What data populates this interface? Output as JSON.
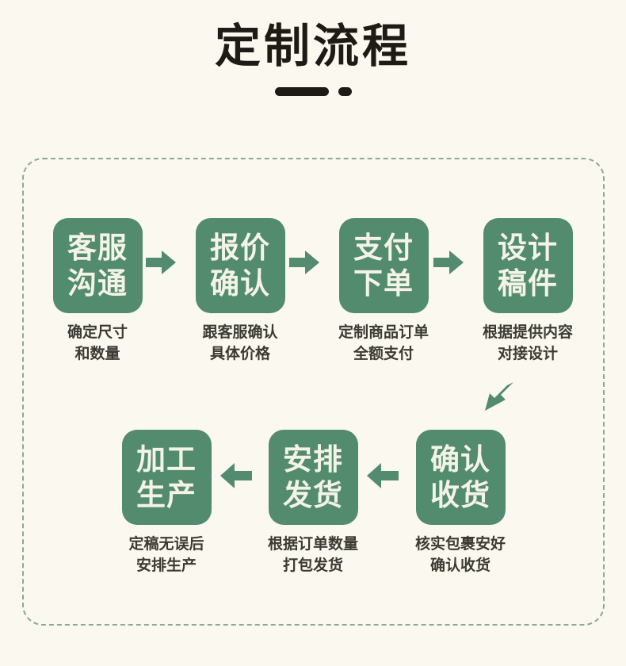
{
  "header": {
    "title": "定制流程",
    "decoration": {
      "bar": "rounded-bar",
      "dot": "rounded-dot"
    }
  },
  "theme": {
    "background": "#FBF9EF",
    "card_green": "#528B6D",
    "card_text": "#F4F3E8",
    "caption_text": "#3B3A35",
    "title_text": "#1E1A15",
    "dashed_border": "#8FA893",
    "arrow_green": "#528B6D"
  },
  "flow": {
    "steps": [
      {
        "id": "step-1",
        "card_line_1": "客服",
        "card_line_2": "沟通",
        "caption_line_1": "确定尺寸",
        "caption_line_2": "和数量"
      },
      {
        "id": "step-2",
        "card_line_1": "报价",
        "card_line_2": "确认",
        "caption_line_1": "跟客服确认",
        "caption_line_2": "具体价格"
      },
      {
        "id": "step-3",
        "card_line_1": "支付",
        "card_line_2": "下单",
        "caption_line_1": "定制商品订单",
        "caption_line_2": "全额支付"
      },
      {
        "id": "step-4",
        "card_line_1": "设计",
        "card_line_2": "稿件",
        "caption_line_1": "根据提供内容",
        "caption_line_2": "对接设计"
      },
      {
        "id": "step-5",
        "card_line_1": "确认",
        "card_line_2": "收货",
        "caption_line_1": "核实包裹安好",
        "caption_line_2": "确认收货"
      },
      {
        "id": "step-6",
        "card_line_1": "安排",
        "card_line_2": "发货",
        "caption_line_1": "根据订单数量",
        "caption_line_2": "打包发货"
      },
      {
        "id": "step-7",
        "card_line_1": "加工",
        "card_line_2": "生产",
        "caption_line_1": "定稿无误后",
        "caption_line_2": "安排生产"
      }
    ],
    "arrows": [
      {
        "id": "arrow-1-2",
        "direction": "right"
      },
      {
        "id": "arrow-2-3",
        "direction": "right"
      },
      {
        "id": "arrow-3-4",
        "direction": "right"
      },
      {
        "id": "arrow-4-5",
        "direction": "down-left"
      },
      {
        "id": "arrow-5-6",
        "direction": "left"
      },
      {
        "id": "arrow-6-7",
        "direction": "left"
      }
    ]
  }
}
